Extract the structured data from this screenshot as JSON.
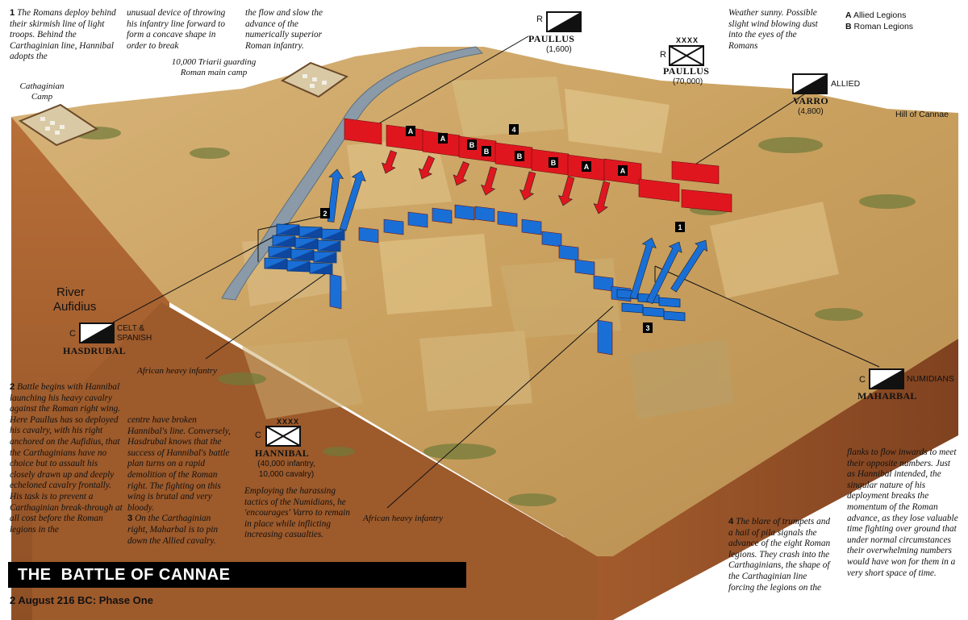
{
  "notes": {
    "note1": {
      "num": "1",
      "text": "The Romans deploy behind their skirmish line of light troops. Behind the Carthaginian line, Hannibal adopts the"
    },
    "note1b": "unusual device of throwing his infantry line forward to form a concave shape in order to break",
    "note1c": "the flow and slow the advance of the numerically superior Roman infantry.",
    "note2": {
      "num": "2",
      "text": "Battle begins with Hannibal launching his heavy cavalry against the Roman right wing. Here Paullus has so deployed his cavalry, with his right anchored on the Aufidius, that the Carthaginians have no choice but to assault his closely drawn up and deeply echeloned cavalry frontally. His task is to prevent a Carthaginian break-through at all cost before the Roman legions in the"
    },
    "note2b": "centre have broken Hannibal's line. Conversely, Hasdrubal knows that the success of Hannibal's battle plan turns on a rapid demolition of the Roman right. The fighting on this wing is brutal and very bloody.",
    "note3": {
      "num": "3",
      "text": "On the Carthaginian right, Maharbal is to pin down the Allied cavalry."
    },
    "note3b": "Employing the harassing tactics of the Numidians, he 'encourages' Varro to remain in place while inflicting increasing casualties.",
    "note4": {
      "num": "4",
      "text": "The blare of trumpets and a hail of pila signals the advance of the eight Roman legions. They crash into the Carthaginians, the shape of the Carthaginian line forcing the legions on the"
    },
    "note4b": "flanks to flow inwards to meet their opposite numbers. Just as Hannibal intended, the singular nature of his deployment breaks the momentum of the Roman advance, as they lose valuable time fighting over ground that under normal circumstances their overwhelming numbers would have won for them in a very short space of time.",
    "weather": "Weather sunny. Possible slight wind blowing dust into the eyes of the Romans"
  },
  "legend": {
    "a": "A",
    "a_text": "Allied Legions",
    "b": "B",
    "b_text": "Roman Legions"
  },
  "places": {
    "camp": "Cathaginian Camp",
    "triarii": "10,000 Triarii guarding Roman main camp",
    "hill": "Hill of Cannae",
    "river_line1": "River",
    "river_line2": "Aufidius",
    "african1": "African heavy infantry",
    "african2": "African heavy infantry"
  },
  "units": {
    "paullus_cav": {
      "side": "R",
      "name": "PAULLUS",
      "strength": "(1,600)"
    },
    "paullus_inf": {
      "side": "R",
      "size": "XXXX",
      "name": "PAULLUS",
      "strength": "(70,000)"
    },
    "varro": {
      "type": "ALLIED",
      "name": "VARRO",
      "strength": "(4,800)"
    },
    "hasdrubal": {
      "side": "C",
      "type": "CELT & SPANISH",
      "name": "HASDRUBAL"
    },
    "maharbal": {
      "side": "C",
      "type": "NUMIDIANS",
      "name": "MAHARBAL"
    },
    "hannibal": {
      "side": "C",
      "size": "XXXX",
      "name": "HANNIBAL",
      "strength1": "(40,000 infantry,",
      "strength2": "10,000 cavalry)"
    }
  },
  "block_letters": [
    "A",
    "A",
    "B",
    "B",
    "B",
    "B",
    "A",
    "A"
  ],
  "phase_markers": [
    "1",
    "2",
    "3",
    "4"
  ],
  "colors": {
    "roman": "#e0161f",
    "carthaginian": "#1a6fd6",
    "terrain": "#c9a463",
    "cliff": "#a5602f",
    "water": "#8a9aa8"
  },
  "title": "THE  BATTLE OF CANNAE",
  "subtitle": "2 August 216 BC: Phase One"
}
